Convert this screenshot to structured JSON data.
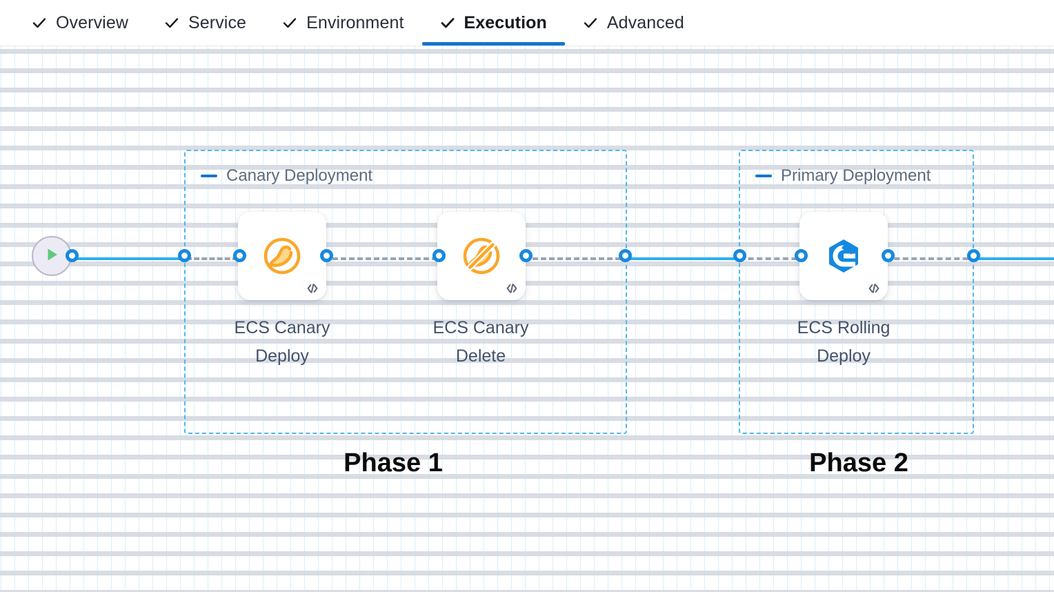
{
  "tabs": [
    {
      "id": "overview",
      "label": "Overview",
      "icon": "check-icon",
      "active": false
    },
    {
      "id": "service",
      "label": "Service",
      "icon": "check-icon",
      "active": false
    },
    {
      "id": "environment",
      "label": "Environment",
      "icon": "check-icon",
      "active": false
    },
    {
      "id": "execution",
      "label": "Execution",
      "icon": "check-icon",
      "active": true
    },
    {
      "id": "advanced",
      "label": "Advanced",
      "icon": "check-icon",
      "active": false
    }
  ],
  "colors": {
    "accent_blue": "#1275d1",
    "edge_blue": "#29b0f2",
    "edge_dashed_gray": "#9ba3b4",
    "group_border": "#4cb8ef",
    "port_blue": "#1589e0",
    "canary_orange": "#f9a72b",
    "rolling_blue": "#1589e0",
    "play_green": "#5fc97e",
    "node_label": "#44506a",
    "group_title": "#5e6a7d"
  },
  "canvas": {
    "start_node": {
      "name": "pipeline-start",
      "icon": "play-icon"
    },
    "groups": [
      {
        "id": "canary-deployment",
        "title": "Canary Deployment",
        "collapse_icon": "minus-icon",
        "phase_label": "Phase 1"
      },
      {
        "id": "primary-deployment",
        "title": "Primary Deployment",
        "collapse_icon": "minus-icon",
        "phase_label": "Phase 2"
      }
    ],
    "nodes": [
      {
        "id": "ecs-canary-deploy",
        "label_line1": "ECS Canary",
        "label_line2": "Deploy",
        "icon": "canary-bird-icon",
        "badge_icon": "code-icon"
      },
      {
        "id": "ecs-canary-delete",
        "label_line1": "ECS Canary",
        "label_line2": "Delete",
        "icon": "canary-bird-deleted-icon",
        "badge_icon": "code-icon"
      },
      {
        "id": "ecs-rolling-deploy",
        "label_line1": "ECS Rolling",
        "label_line2": "Deploy",
        "icon": "rolling-deploy-icon",
        "badge_icon": "code-icon"
      }
    ]
  }
}
